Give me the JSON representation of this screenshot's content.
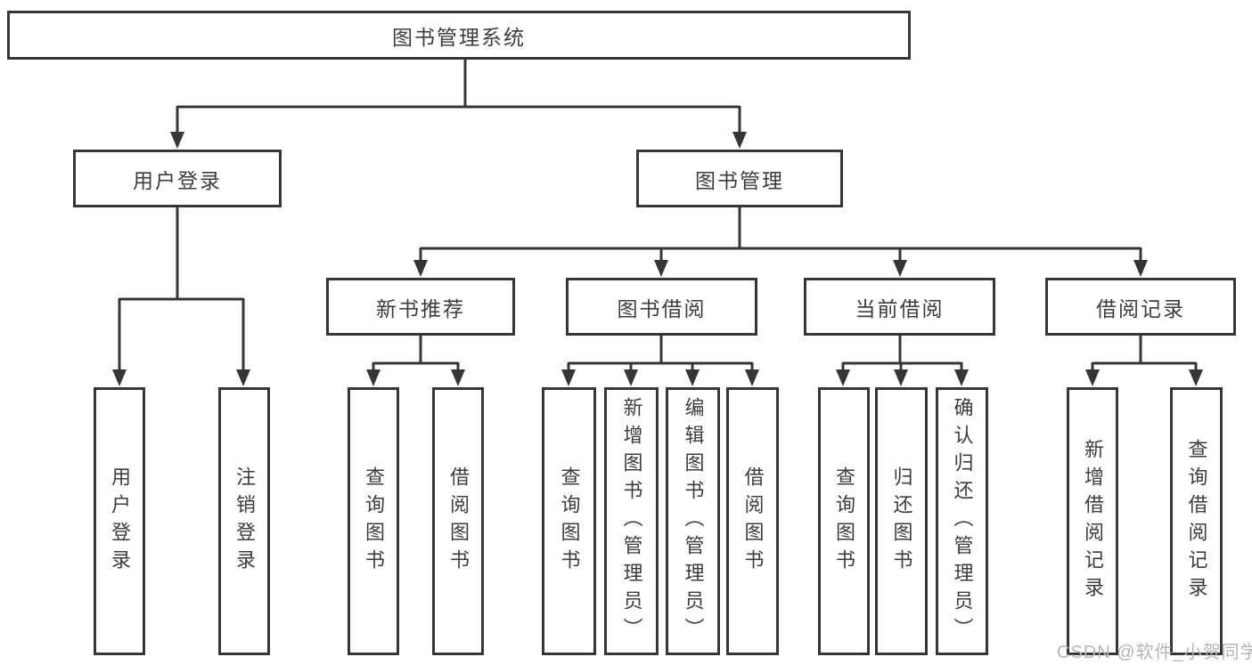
{
  "diagram": {
    "title": "图书管理系统",
    "level2": {
      "user_login": "用户登录",
      "book_mgmt": "图书管理"
    },
    "level3": {
      "new_books": "新书推荐",
      "book_borrow": "图书借阅",
      "current_borrow": "当前借阅",
      "borrow_records": "借阅记录"
    },
    "leaves": {
      "user_login": "用户登录",
      "logout": "注销登录",
      "nb_query": "查询图书",
      "nb_borrow": "借阅图书",
      "bb_query": "查询图书",
      "bb_add": "新增图书（管理员）",
      "bb_edit": "编辑图书（管理员）",
      "bb_borrow": "借阅图书",
      "cb_query": "查询图书",
      "cb_return": "归还图书",
      "cb_confirm": "确认归还（管理员）",
      "br_add": "新增借阅记录",
      "br_query": "查询借阅记录"
    }
  },
  "watermark": "CSDN @软件_小贺同学",
  "colors": {
    "line": "#363636",
    "text": "#3d3d3d",
    "watermark": "#b5b5b5",
    "background": "#ffffff"
  }
}
